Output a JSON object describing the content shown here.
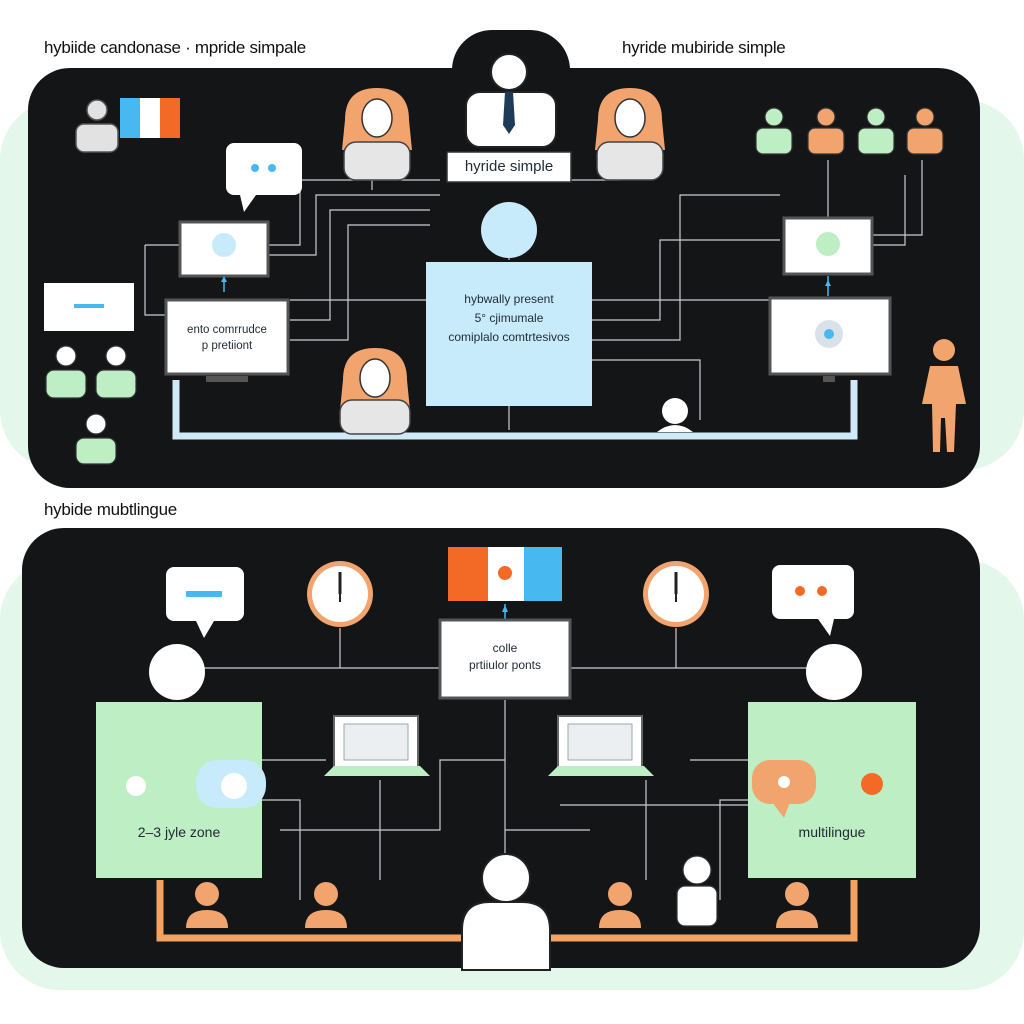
{
  "headings": {
    "top_left": "hybiide candonase · mpride simpale",
    "top_right": "hyride mubiride simple",
    "middle": "hybide mubtlingue"
  },
  "panel_top": {
    "header_tag": "hyride simple",
    "center_box": [
      "hybwally present",
      "5° cjimumale",
      "comiplalo comtrtesivos"
    ],
    "left_monitor_label": [
      "ento comrrudce",
      "p pretiiont"
    ]
  },
  "panel_bottom": {
    "center_box": [
      "colle",
      "prtiiulor ponts"
    ],
    "left_card_label": "2–3 jyle zone",
    "right_card_label": "multilingue"
  },
  "colors": {
    "panel": "#131517",
    "mint": "#e3f7ea",
    "green": "#bdeec4",
    "orange": "#f2a46e",
    "blue": "#c7ebfb",
    "accent_blue": "#48b9f0",
    "accent_orange": "#f26a25",
    "connector_top": "#cfe9f7",
    "connector_bottom": "#f4a261"
  }
}
